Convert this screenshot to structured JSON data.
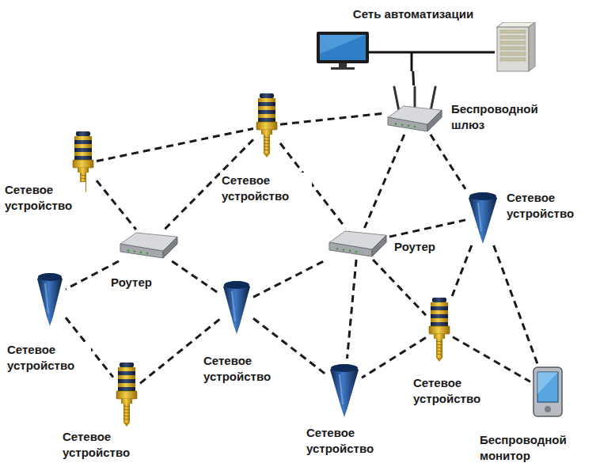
{
  "diagram": {
    "nodes": [
      {
        "text": [
          "Сеть автоматизации"
        ]
      },
      {
        "text": [
          "Беспроводной шлюз"
        ]
      },
      {
        "text": [
          "Сетевое устройство"
        ]
      },
      {
        "text": [
          "Сетевое устройство"
        ]
      },
      {
        "text": [
          "Роутер"
        ]
      },
      {
        "text": [
          "Роутер"
        ]
      },
      {
        "text": [
          "Сетевое устройство"
        ]
      },
      {
        "text": [
          "Сетевое устройство"
        ]
      },
      {
        "text": [
          "Сетевое устройство"
        ]
      },
      {
        "text": [
          "Сетевое устройство"
        ]
      },
      {
        "text": [
          "Сетевое устройство"
        ]
      },
      {
        "text": [
          "Сетевое устройство"
        ]
      },
      {
        "text": [
          "Беспроводной монитор"
        ]
      }
    ],
    "edges": [
      {
        "from": 0,
        "to": 1,
        "arrow": "none"
      },
      {
        "from": 2,
        "to": 3,
        "arrow": "none"
      },
      {
        "from": 3,
        "to": 1,
        "arrow": "none"
      },
      {
        "from": 2,
        "to": 4,
        "arrow": "none"
      },
      {
        "from": 3,
        "to": 4,
        "arrow": "none"
      },
      {
        "from": 3,
        "to": 5,
        "arrow": "none"
      },
      {
        "from": 1,
        "to": 5,
        "arrow": "none"
      },
      {
        "from": 1,
        "to": 6,
        "arrow": "none"
      },
      {
        "from": 4,
        "to": 7,
        "arrow": "none"
      },
      {
        "from": 4,
        "to": 8,
        "arrow": "none"
      },
      {
        "from": 7,
        "to": 10,
        "arrow": "none"
      },
      {
        "from": 10,
        "to": 8,
        "arrow": "none"
      },
      {
        "from": 8,
        "to": 5,
        "arrow": "none"
      },
      {
        "from": 8,
        "to": 11,
        "arrow": "none"
      },
      {
        "from": 5,
        "to": 11,
        "arrow": "none"
      },
      {
        "from": 5,
        "to": 6,
        "arrow": "none"
      },
      {
        "from": 5,
        "to": 9,
        "arrow": "none"
      },
      {
        "from": 6,
        "to": 9,
        "arrow": "none"
      },
      {
        "from": 6,
        "to": 12,
        "arrow": "none"
      },
      {
        "from": 9,
        "to": 12,
        "arrow": "none"
      },
      {
        "from": 9,
        "to": 11,
        "arrow": "none"
      }
    ]
  }
}
